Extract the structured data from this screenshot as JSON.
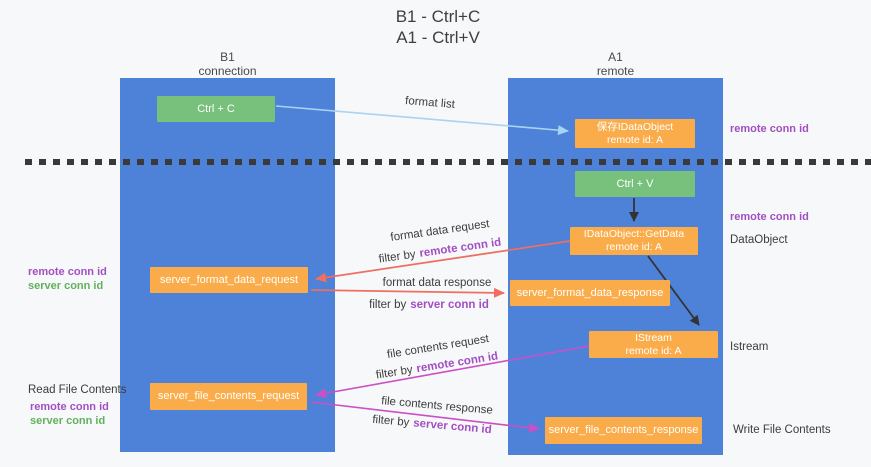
{
  "title": {
    "line1": "B1 - Ctrl+C",
    "line2": "A1 - Ctrl+V"
  },
  "columns": {
    "left": {
      "name": "B1",
      "role": "connection"
    },
    "right": {
      "name": "A1",
      "role": "remote"
    }
  },
  "boxes": {
    "ctrl_c": "Ctrl + C",
    "ctrl_v": "Ctrl + V",
    "save_dataobject": {
      "line1": "保存IDataObject",
      "line2": "remote id: A"
    },
    "getdata": {
      "line1": "IDataObject::GetData",
      "line2": "remote id: A"
    },
    "istream": {
      "line1": "IStream",
      "line2": "remote id: A"
    },
    "server_format_data_request": "server_format_data_request",
    "server_format_data_response": "server_format_data_response",
    "server_file_contents_request": "server_file_contents_request",
    "server_file_contents_response": "server_file_contents_response"
  },
  "arrow_labels": {
    "format_list": "format list",
    "format_data_request": "format data request",
    "format_data_response": "format data response",
    "file_contents_request": "file contents request",
    "file_contents_response": "file contents response",
    "filter_by": "filter by"
  },
  "side_labels": {
    "remote_conn_id": "remote conn id",
    "server_conn_id": "server conn id",
    "dataobject": "DataObject",
    "istream": "Istream",
    "read_file_contents": "Read File Contents",
    "write_file_contents": "Write File Contents"
  },
  "colors": {
    "column_blue": "#4d82d8",
    "box_green": "#77c17c",
    "box_orange": "#f9ac49",
    "arrow_red": "#ee6f62",
    "arrow_magenta": "#cb4fc5",
    "arrow_lightblue": "#a9d3f2",
    "arrow_black": "#333333",
    "dashed_line": "#3a3a3a",
    "text_purple": "#a24fc4",
    "text_green": "#62b15c"
  }
}
